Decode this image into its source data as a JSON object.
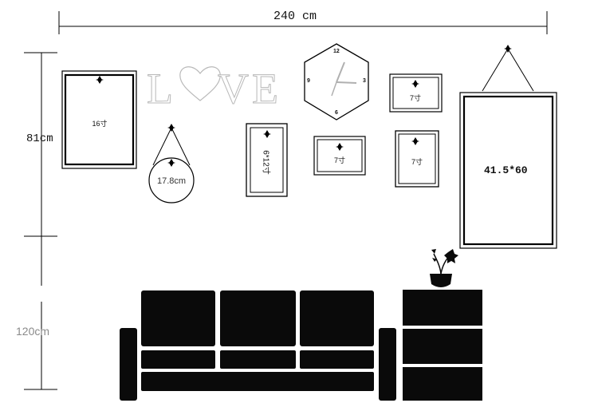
{
  "dimensions": {
    "width_label": "240 cm",
    "frames_height_label": "81cm",
    "sofa_height_label": "120cm"
  },
  "decor": {
    "love_text": "L",
    "love_text_end": "VE"
  },
  "frames": {
    "frame_16": "16寸",
    "round_frame": "17.8cm",
    "frame_6x12": "6*12寸",
    "frame_7_small_a": "7寸",
    "frame_7_top": "7寸",
    "frame_7_b": "7寸",
    "frame_large": "41.5*60"
  },
  "clock": {
    "n12": "12",
    "n3": "3",
    "n6": "6",
    "n9": "9"
  },
  "colors": {
    "furniture": "#0a0a0a",
    "line": "#000000",
    "love_outline": "#b9b9b9",
    "muted_label": "#8a8a8a"
  }
}
